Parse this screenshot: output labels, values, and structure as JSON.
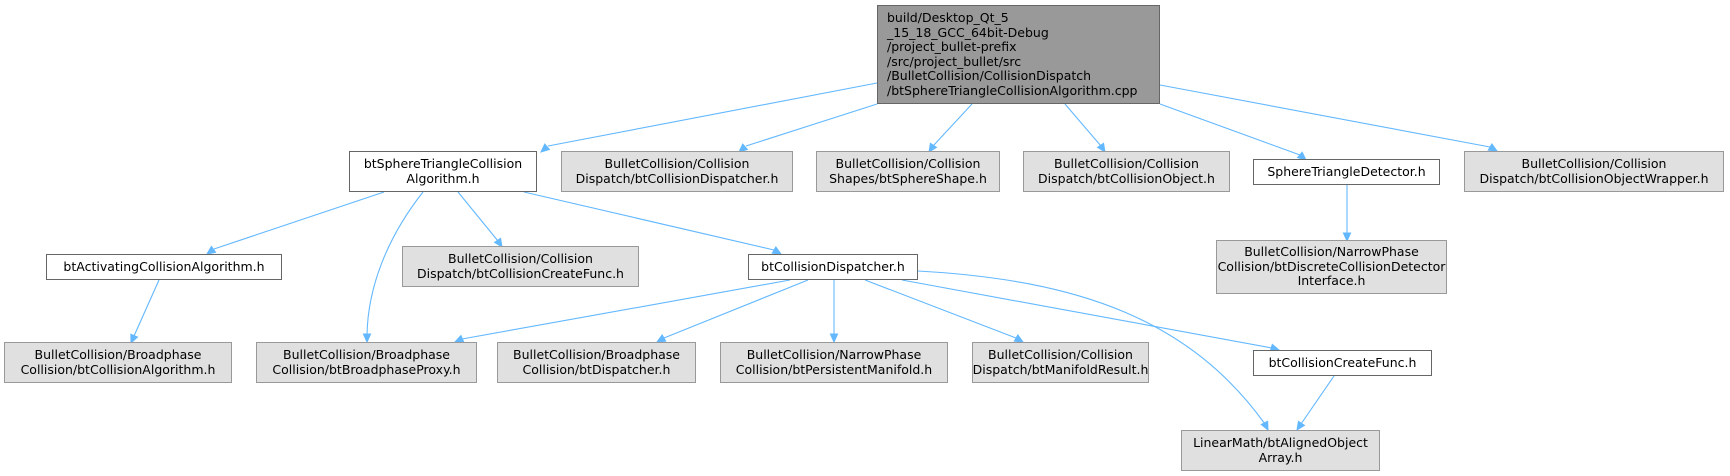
{
  "colors": {
    "edge": "#63b8ff",
    "root_fill": "#999999",
    "grey_fill": "#e0e0e0",
    "white_fill": "#ffffff"
  },
  "nodes": {
    "root": "build/Desktop_Qt_5\n_15_18_GCC_64bit-Debug\n/project_bullet-prefix\n/src/project_bullet/src\n/BulletCollision/CollisionDispatch\n/btSphereTriangleCollisionAlgorithm.cpp",
    "sphere_tri_alg_h": "btSphereTriangleCollision\nAlgorithm.h",
    "collision_dispatcher_full": "BulletCollision/Collision\nDispatch/btCollisionDispatcher.h",
    "sphere_shape": "BulletCollision/Collision\nShapes/btSphereShape.h",
    "collision_object": "BulletCollision/Collision\nDispatch/btCollisionObject.h",
    "sphere_tri_detector": "SphereTriangleDetector.h",
    "collision_object_wrapper": "BulletCollision/Collision\nDispatch/btCollisionObjectWrapper.h",
    "activating_alg": "btActivatingCollisionAlgorithm.h",
    "create_func_full": "BulletCollision/Collision\nDispatch/btCollisionCreateFunc.h",
    "collision_dispatcher": "btCollisionDispatcher.h",
    "discrete_detector": "BulletCollision/NarrowPhase\nCollision/btDiscreteCollisionDetector\nInterface.h",
    "collision_algorithm": "BulletCollision/Broadphase\nCollision/btCollisionAlgorithm.h",
    "broadphase_proxy": "BulletCollision/Broadphase\nCollision/btBroadphaseProxy.h",
    "dispatcher": "BulletCollision/Broadphase\nCollision/btDispatcher.h",
    "persistent_manifold": "BulletCollision/NarrowPhase\nCollision/btPersistentManifold.h",
    "manifold_result": "BulletCollision/Collision\nDispatch/btManifoldResult.h",
    "create_func": "btCollisionCreateFunc.h",
    "aligned_array": "LinearMath/btAlignedObject\nArray.h"
  }
}
